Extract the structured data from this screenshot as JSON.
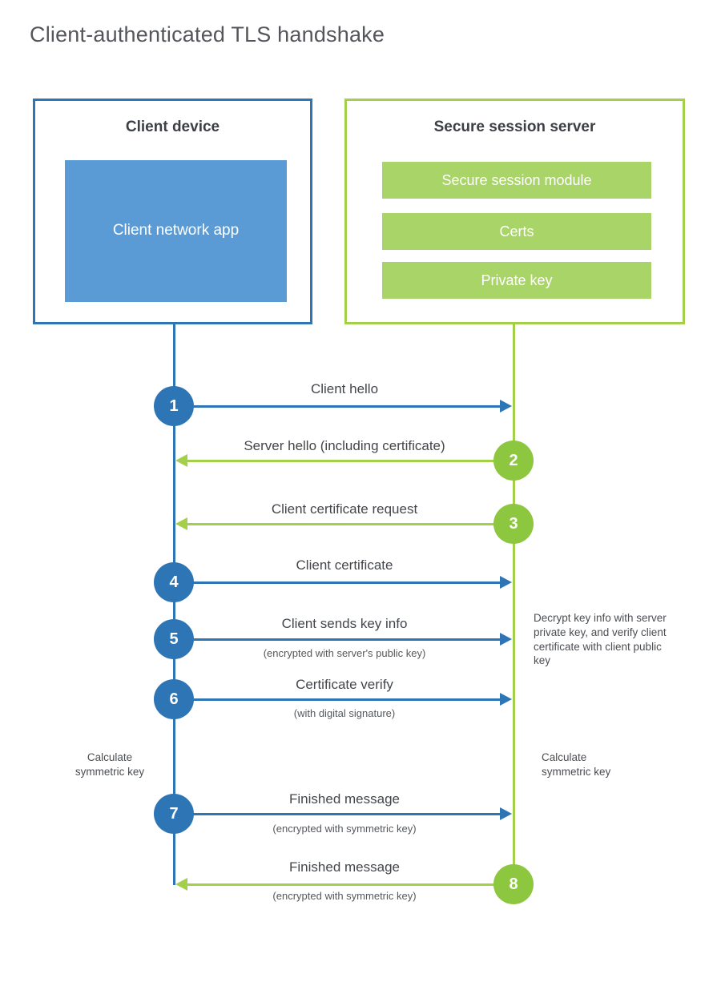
{
  "title": "Client-authenticated TLS handshake",
  "client_box": {
    "title": "Client device",
    "app": "Client network app"
  },
  "server_box": {
    "title": "Secure session server",
    "modules": [
      "Secure session module",
      "Certs",
      "Private key"
    ]
  },
  "steps": [
    {
      "num": "1",
      "label": "Client hello",
      "direction": "client-to-server"
    },
    {
      "num": "2",
      "label": "Server hello (including certificate)",
      "direction": "server-to-client"
    },
    {
      "num": "3",
      "label": "Client certificate request",
      "direction": "server-to-client"
    },
    {
      "num": "4",
      "label": "Client certificate",
      "direction": "client-to-server"
    },
    {
      "num": "5",
      "label": "Client sends key info",
      "sub": "(encrypted with server's public key)",
      "direction": "client-to-server"
    },
    {
      "num": "6",
      "label": "Certificate verify",
      "sub": "(with digital signature)",
      "direction": "client-to-server"
    },
    {
      "num": "7",
      "label": "Finished message",
      "sub": "(encrypted with symmetric key)",
      "direction": "client-to-server"
    },
    {
      "num": "8",
      "label": "Finished message",
      "sub": "(encrypted with symmetric key)",
      "direction": "server-to-client"
    }
  ],
  "annotations": {
    "decrypt_note": "Decrypt key info with server private key, and verify client certificate with client public key",
    "calc_symmetric_left": "Calculate symmetric key",
    "calc_symmetric_right": "Calculate symmetric key"
  },
  "colors": {
    "blue": "#2e75b6",
    "blue_fill": "#5b9bd5",
    "green": "#a4cf4b",
    "green_fill": "#a9d468",
    "green_circle": "#8dc63f"
  }
}
